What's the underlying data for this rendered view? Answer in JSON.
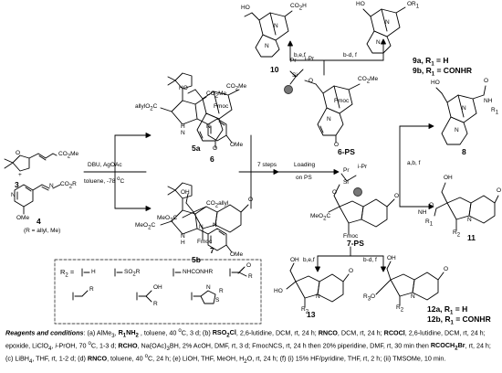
{
  "compounds": {
    "c3": "3",
    "c4": "4",
    "c5a": "5a",
    "c5b": "5b",
    "c6": "6",
    "c6ps": "6-PS",
    "c7": "7",
    "c7ps": "7-PS",
    "c8": "8",
    "c9a": "9a, R",
    "c9a_sub": "1",
    "c9a_tail": " = H",
    "c9b": "9b, R",
    "c9b_sub": "1",
    "c9b_tail": " = CONHR",
    "c10": "10",
    "c11": "11",
    "c12a": "12a, R",
    "c12a_sub": "1",
    "c12a_tail": " = H",
    "c12b": "12b, R",
    "c12b_sub": "1",
    "c12b_tail": " = CONHR",
    "c13": "13"
  },
  "labels": {
    "plus": "+",
    "r_allyl": "(R = allyl, Me)",
    "dbu": "DBU, AgOAc",
    "toluene": "toluene, -78 ",
    "toluene_unit": "C",
    "seven_steps": "7 steps",
    "loading": "Loading",
    "on_ps": "on PS",
    "bef_top": "b,e,f",
    "bdf_top": "b-d, f",
    "abf": "a,b, f",
    "bef_bottom": "b,e,f",
    "bdf_bottom": "b-d, f",
    "r2_eq": "R",
    "r2_sub": "2",
    "r2_eq_tail": " =",
    "r2_h": "H",
    "r2_so2r": "SO",
    "r2_so2r_sub": "2",
    "r2_so2r_tail": "R",
    "r2_nhconhr": "NHCONHR",
    "r2_acyl": "R",
    "r2_alkyl": "R",
    "r2_hydroxy": "OH",
    "r2_thiazole": "R"
  },
  "atoms": {
    "co2me": "CO",
    "co2me_sub": "2",
    "co2me_tail": "Me",
    "meo2c": "MeO",
    "meo2c_sub": "2",
    "meo2c_tail": "C",
    "co2allyl": "CO",
    "co2allyl_sub": "2",
    "co2allyl_tail": "allyl",
    "allylo2c": "allylO",
    "allylo2c_sub": "2",
    "allylo2c_tail": "C",
    "co2h": "CO",
    "co2h_sub": "2",
    "co2h_tail": "H",
    "ho": "HO",
    "oh": "OH",
    "ome": "OMe",
    "fmoc": "Fmoc",
    "n": "N",
    "nh": "NH",
    "h": "H",
    "o": "O",
    "or1": "OR",
    "or1_sub": "1",
    "r1": "R",
    "r1_sub": "1",
    "r2": "R",
    "r2_sub": "2",
    "r3o": "R",
    "r3o_sub": "3",
    "r3o_tail": "O",
    "ipr": "i-Pr",
    "si": "Si",
    "pr": "Pr",
    "s": "S",
    "n_thz": "N"
  },
  "footnote": {
    "lead": "Reagents and conditions",
    "a": ": (a) AlMe",
    "a_sub": "3",
    "a2": ", ",
    "r1nh2": "R",
    "r1nh2_sub": "1",
    "r1nh2_tail": "NH",
    "r1nh2_sub2": "2",
    "a3": " , toluene, 40 ",
    "a3_deg": "o",
    "a4": "C, 3 d; (b) ",
    "rso2cl": "RSO",
    "rso2cl_sub": "2",
    "rso2cl_tail": "Cl",
    "b2": ", 2,6-lutidine, DCM, rt, 24 h; ",
    "rnco": "RNCO",
    "b3": ", DCM, rt, 24 h; ",
    "rcocl": "RCOCl",
    "b4": ", 2,6-lutidine, DCM, rt, 24 h; epoxide, LiClO",
    "b4_sub": "4",
    "b5": ", ",
    "b5_i": "i",
    "b6": "-PrOH, 70 ",
    "b6_deg": "o",
    "b7": "C, 1-3 d; ",
    "rcho": "RCHO",
    "b8": ", Na(OAc)",
    "b8_sub": "3",
    "b9": "BH, 2% AcOH, DMF, rt, 3 d; FmocNCS, rt, 24 h then 20% piperidine, DMF, rt, 30 min then ",
    "rcoch2br": "RCOCH",
    "rcoch2br_sub": "2",
    "rcoch2br_tail": "Br",
    "c": ", rt, 24 h; (c) LiBH",
    "c_sub": "4",
    "c2": ", THF, rt, 1-2 d; (d) ",
    "rnco2": "RNCO",
    "d": ", toluene, 40 ",
    "d_deg": "o",
    "d2": "C, 24 h; (e) LiOH, THF, MeOH, H",
    "d2_sub": "2",
    "d3": "O, rt, 24 h; (f) (i) 15% HF/pyridine, THF, rt, 2 h; (ii) TMSOMe, 10 min."
  }
}
